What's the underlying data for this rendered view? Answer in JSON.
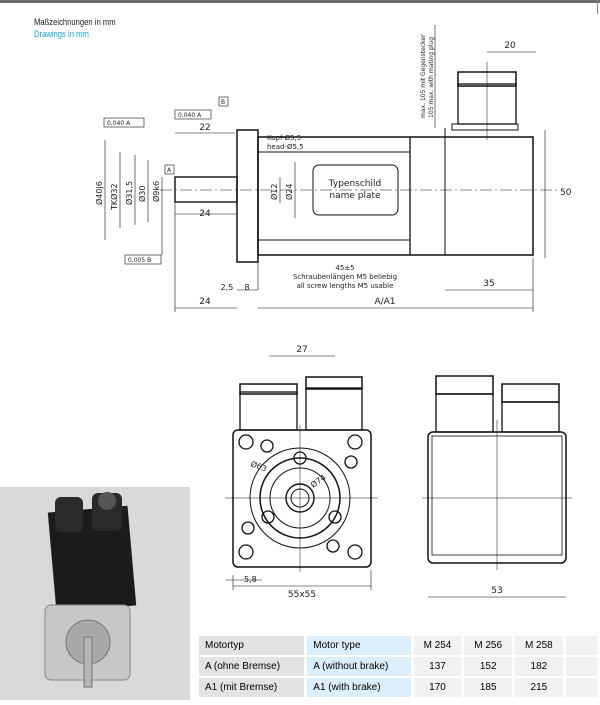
{
  "header": {
    "title_de": "Maßzeichnungen in mm",
    "title_en": "Drawings in mm"
  },
  "side_view": {
    "tol_a": "0,040 A",
    "tol_b": "0,040 A",
    "tol_c": "0,005 B",
    "datum_a": "A",
    "datum_b": "B",
    "d22": "22",
    "d24_shaft": "24",
    "d40": "Ø40j6",
    "tk32": "TKØ32",
    "d315": "Ø31,5",
    "d30": "Ø30",
    "d9": "Ø9k6",
    "d12": "Ø12",
    "d24": "Ø24",
    "head_de": "Kopf-Ø5,5",
    "head_en": "head-Ø5,5",
    "nameplate_de": "Typenschild",
    "nameplate_en": "name plate",
    "screw": "45±5",
    "screw_de": "Schraubenlängen M5 beliebig",
    "screw_en": "all screw lengths M5 usable",
    "d25": "2,5",
    "d8": "8",
    "d24_bottom": "24",
    "a_a1": "A/A1",
    "d35": "35",
    "d50": "50",
    "d20": "20",
    "plug_de": "max. 105 mit Gegenstecker",
    "plug_en": "105 max. with mating plug"
  },
  "front_view": {
    "d27": "27",
    "d63": "Ø63",
    "d74": "Ø74",
    "d58": "5,8",
    "d55": "55x55"
  },
  "rear_view": {
    "d53": "53"
  },
  "table": {
    "rows": [
      {
        "de": "Motortyp",
        "en": "Motor type",
        "v": [
          "M 254",
          "M 256",
          "M 258"
        ]
      },
      {
        "de": "A (ohne Bremse)",
        "en": "A (without brake)",
        "v": [
          "137",
          "152",
          "182"
        ]
      },
      {
        "de": "A1 (mit Bremse)",
        "en": "A1 (with brake)",
        "v": [
          "170",
          "185",
          "215"
        ]
      }
    ]
  }
}
